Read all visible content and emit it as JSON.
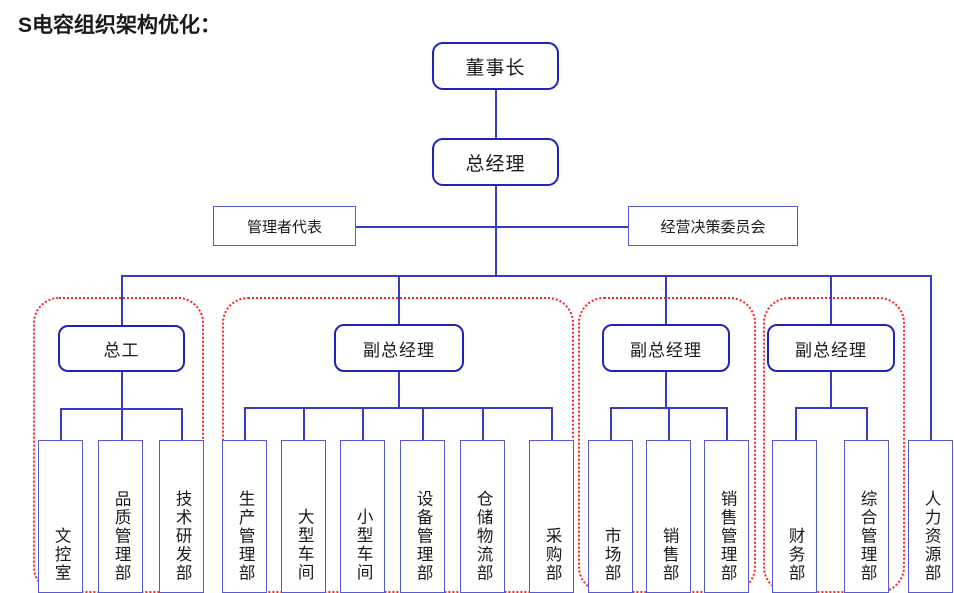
{
  "title": "S电容组织架构优化：",
  "colors": {
    "node_border": "#2222bb",
    "leaf_border": "#5a5ad0",
    "connector": "#3a3ac8",
    "group_outline": "#ff2020",
    "text": "#1a1a1a",
    "background": "#ffffff"
  },
  "chart_data": {
    "type": "diagram",
    "diagram_type": "organizational-chart",
    "title": "S电容组织架构优化：",
    "orientation": "top-down",
    "levels": [
      {
        "level": 1,
        "nodes": [
          "董事长"
        ]
      },
      {
        "level": 2,
        "nodes": [
          "总经理"
        ]
      },
      {
        "level": 3,
        "nodes": [
          "管理者代表",
          "经营决策委员会"
        ]
      },
      {
        "level": 4,
        "nodes": [
          "总工",
          "副总经理",
          "副总经理",
          "副总经理"
        ]
      },
      {
        "level": 5,
        "nodes": [
          "文控室",
          "品质管理部",
          "技术研发部",
          "生产管理部",
          "大型车间",
          "小型车间",
          "设备管理部",
          "仓储物流部",
          "采购部",
          "市场部",
          "销售部",
          "销售管理部",
          "财务部",
          "综合管理部",
          "人力资源部"
        ]
      }
    ],
    "edges": [
      {
        "from": "董事长",
        "to": "总经理"
      },
      {
        "from": "总经理",
        "to": "管理者代表"
      },
      {
        "from": "总经理",
        "to": "经营决策委员会"
      },
      {
        "from": "总经理",
        "to": "总工"
      },
      {
        "from": "总经理",
        "to": "副总经理(生产)"
      },
      {
        "from": "总经理",
        "to": "副总经理(营销)"
      },
      {
        "from": "总经理",
        "to": "副总经理(行政财务)"
      },
      {
        "from": "总经理",
        "to": "人力资源部"
      },
      {
        "from": "总工",
        "to": "文控室"
      },
      {
        "from": "总工",
        "to": "品质管理部"
      },
      {
        "from": "总工",
        "to": "技术研发部"
      },
      {
        "from": "副总经理(生产)",
        "to": "生产管理部"
      },
      {
        "from": "副总经理(生产)",
        "to": "大型车间"
      },
      {
        "from": "副总经理(生产)",
        "to": "小型车间"
      },
      {
        "from": "副总经理(生产)",
        "to": "设备管理部"
      },
      {
        "from": "副总经理(生产)",
        "to": "仓储物流部"
      },
      {
        "from": "副总经理(生产)",
        "to": "采购部"
      },
      {
        "from": "副总经理(营销)",
        "to": "市场部"
      },
      {
        "from": "副总经理(营销)",
        "to": "销售部"
      },
      {
        "from": "副总经理(营销)",
        "to": "销售管理部"
      },
      {
        "from": "副总经理(行政财务)",
        "to": "财务部"
      },
      {
        "from": "副总经理(行政财务)",
        "to": "综合管理部"
      }
    ]
  },
  "nodes": {
    "chairman": "董事长",
    "general_manager": "总经理",
    "management_rep": "管理者代表",
    "decision_committee": "经营决策委员会",
    "chief_engineer": "总工",
    "deputy_gm_production": "副总经理",
    "deputy_gm_sales": "副总经理",
    "deputy_gm_admin": "副总经理"
  },
  "departments": {
    "doc_control": "文控室",
    "quality_mgmt": "品质管理部",
    "tech_rd": "技术研发部",
    "production_mgmt": "生产管理部",
    "large_workshop": "大型车间",
    "small_workshop": "小型车间",
    "equipment_mgmt": "设备管理部",
    "warehouse_logistics": "仓储物流部",
    "purchasing": "采购部",
    "marketing": "市场部",
    "sales": "销售部",
    "sales_mgmt": "销售管理部",
    "finance": "财务部",
    "general_admin": "综合管理部",
    "human_resources": "人力资源部"
  },
  "groups": [
    {
      "id": "group-chief-engineer",
      "label": "总工"
    },
    {
      "id": "group-production",
      "label": "副总经理"
    },
    {
      "id": "group-sales",
      "label": "副总经理"
    },
    {
      "id": "group-admin",
      "label": "副总经理"
    }
  ]
}
